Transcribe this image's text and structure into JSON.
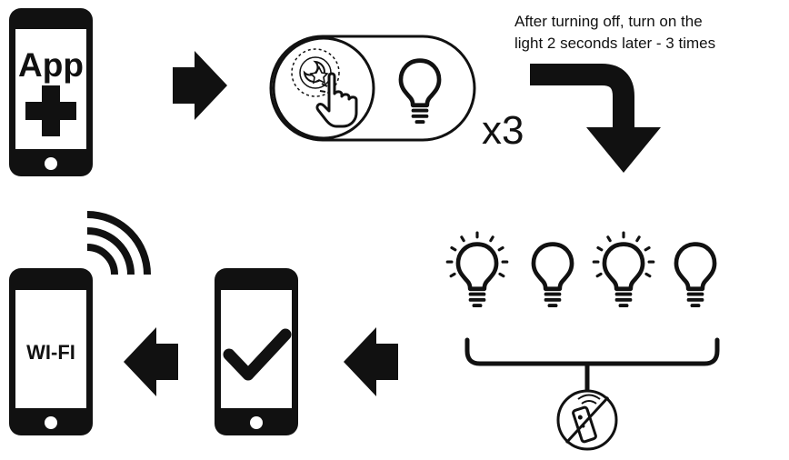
{
  "phone_app": {
    "label": "App",
    "symbol": "+"
  },
  "phone_wifi": {
    "label": "WI-FI"
  },
  "instruction": {
    "line1": "After turning off, turn on the",
    "line2": "light 2 seconds later - 3 times"
  },
  "repeat_label": "x3",
  "colors": {
    "ink": "#111111",
    "background": "#ffffff"
  },
  "icons": [
    "phone-icon",
    "plus-icon",
    "arrow-right-icon",
    "toggle-switch-icon",
    "tap-hand-icon",
    "bulb-icon",
    "curved-arrow-down-icon",
    "bulb-lit-icon",
    "bracket-icon",
    "no-remote-icon",
    "arrow-left-icon",
    "checkmark-icon",
    "wifi-signal-icon"
  ]
}
